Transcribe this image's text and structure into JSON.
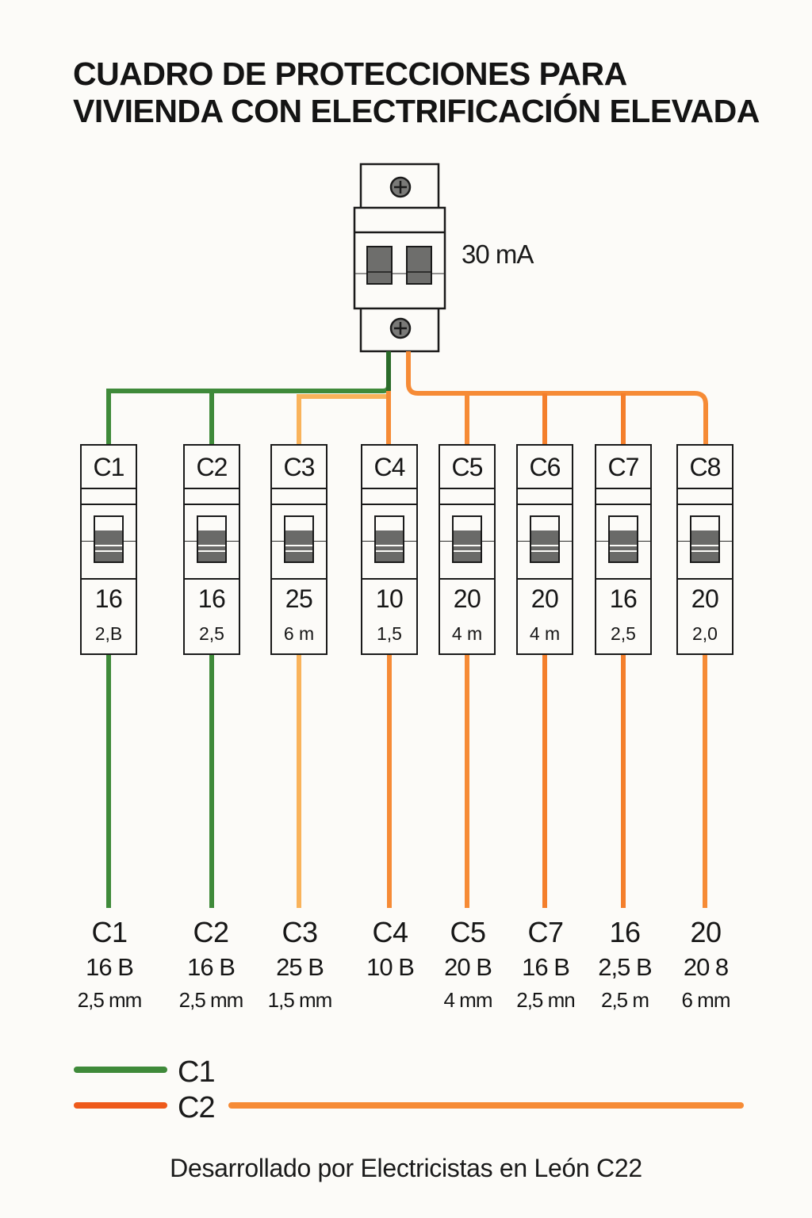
{
  "title": {
    "line1": "CUADRO DE PROTECCIONES PARA",
    "line2": "VIVIENDA CON ELECTRIFICACIÓN ELEVADA"
  },
  "rcd": {
    "label": "30 mA",
    "icon": "screw-terminal-icon"
  },
  "colors": {
    "green": "#3f8a3a",
    "dark_green": "#2b6b2a",
    "light_orange": "#f9b35b",
    "orange": "#f68b36",
    "red_orange": "#ee5a1b",
    "outline": "#1a1a1a",
    "lever_gray": "#6a6a68"
  },
  "breakers": [
    {
      "name": "C1",
      "rating": "16",
      "sub": "2,B",
      "wire": "green"
    },
    {
      "name": "C2",
      "rating": "16",
      "sub": "2,5",
      "wire": "green"
    },
    {
      "name": "C3",
      "rating": "25",
      "sub": "6 m",
      "wire": "light_orange"
    },
    {
      "name": "C4",
      "rating": "10",
      "sub": "1,5",
      "wire": "orange"
    },
    {
      "name": "C5",
      "rating": "20",
      "sub": "4 m",
      "wire": "orange"
    },
    {
      "name": "C6",
      "rating": "20",
      "sub": "4 m",
      "wire": "orange"
    },
    {
      "name": "C7",
      "rating": "16",
      "sub": "2,5",
      "wire": "orange"
    },
    {
      "name": "C8",
      "rating": "20",
      "sub": "2,0",
      "wire": "orange"
    }
  ],
  "bottom_labels": [
    {
      "l1": "C1",
      "l2": "16 B",
      "l3": "2,5 mm"
    },
    {
      "l1": "C2",
      "l2": "16 B",
      "l3": "2,5 mm"
    },
    {
      "l1": "C3",
      "l2": "25 B",
      "l3": "1,5 mm"
    },
    {
      "l1": "C4",
      "l2": "10 B",
      "l3": ""
    },
    {
      "l1": "C5",
      "l2": "20 B",
      "l3": "4 mm"
    },
    {
      "l1": "C7",
      "l2": "16 B",
      "l3": "2,5 mn"
    },
    {
      "l1": "16",
      "l2": "2,5 B",
      "l3": "2,5 m"
    },
    {
      "l1": "20",
      "l2": "20 8",
      "l3": "6 mm"
    }
  ],
  "legend": [
    {
      "label": "C1",
      "swatch": "green",
      "bar": "green-to-orange-gradient"
    },
    {
      "label": "C2",
      "swatch": "red_orange",
      "bar": "orange"
    }
  ],
  "footer": "Desarrollado por Electricistas en León C22"
}
